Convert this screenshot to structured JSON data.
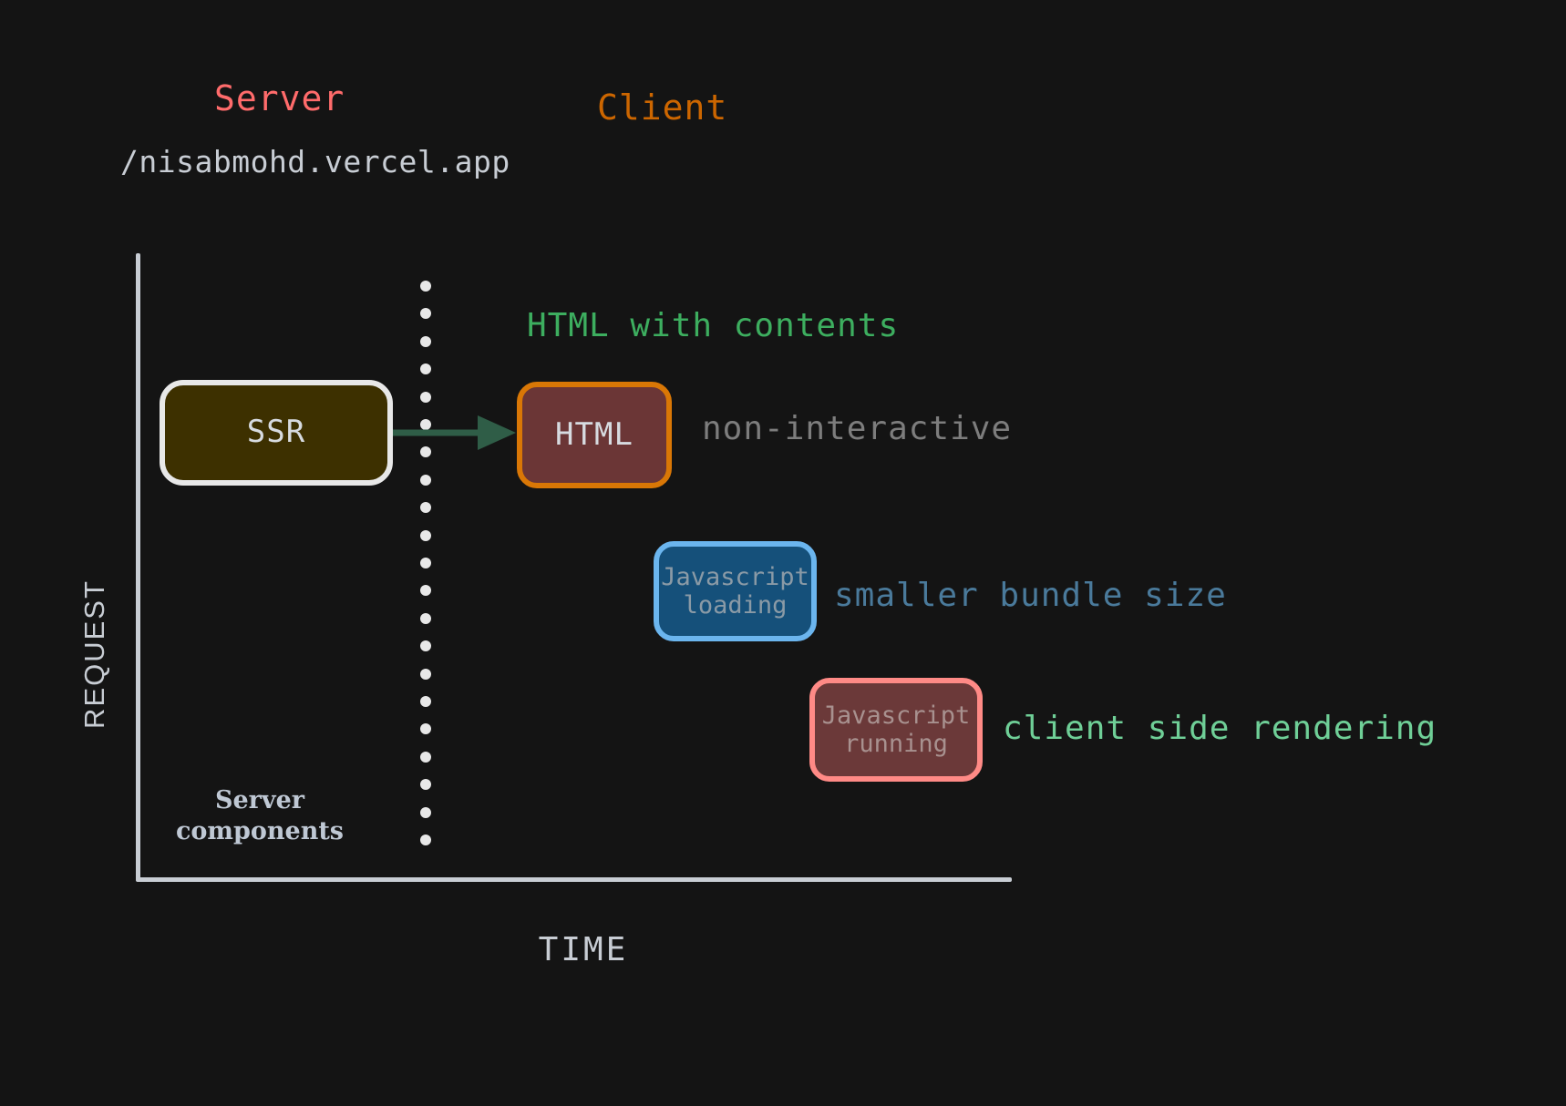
{
  "diagram": {
    "background_color": "#141414",
    "headers": {
      "server": {
        "label": "Server",
        "color": "#FF6B6B"
      },
      "client": {
        "label": "Client",
        "color": "#CC6600"
      }
    },
    "url": "/nisabmohd.vercel.app",
    "axes": {
      "y_label": "REQUEST",
      "x_label": "TIME",
      "axis_color": "#C8CDD4"
    },
    "divider": {
      "name": "server-client-divider",
      "style": "dotted",
      "color": "#E8E8E8",
      "dot_count": 21
    },
    "boxes": [
      {
        "id": "ssr",
        "label": "SSR",
        "fill": "#3D3000",
        "border": "#E8E8E8",
        "text_color": "#D7DBE0"
      },
      {
        "id": "html",
        "label": "HTML",
        "fill": "#6B3636",
        "border": "#D97706",
        "text_color": "#D7DBE0"
      },
      {
        "id": "js-loading",
        "label": "Javascript\nloading",
        "fill": "#15507A",
        "border": "#6BB5EE",
        "text_color": "#8A9AA6"
      },
      {
        "id": "js-running",
        "label": "Javascript\nrunning",
        "fill": "#6B3939",
        "border": "#FF8A86",
        "text_color": "#A8918F"
      }
    ],
    "arrow": {
      "name": "ssr-to-html-arrow",
      "color": "#2F5D47",
      "from": "ssr",
      "to": "html"
    },
    "annotations": [
      {
        "id": "html-contents",
        "text": "HTML with contents",
        "color": "#3DAE5F"
      },
      {
        "id": "non-interactive",
        "text": "non-interactive",
        "color": "#7D7D7D"
      },
      {
        "id": "bundle-size",
        "text": "smaller bundle size",
        "color": "#4A7A9B"
      },
      {
        "id": "client-side-rendering",
        "text": "client side rendering",
        "color": "#6FCF97"
      }
    ],
    "server_components_label": "Server\ncomponents"
  }
}
